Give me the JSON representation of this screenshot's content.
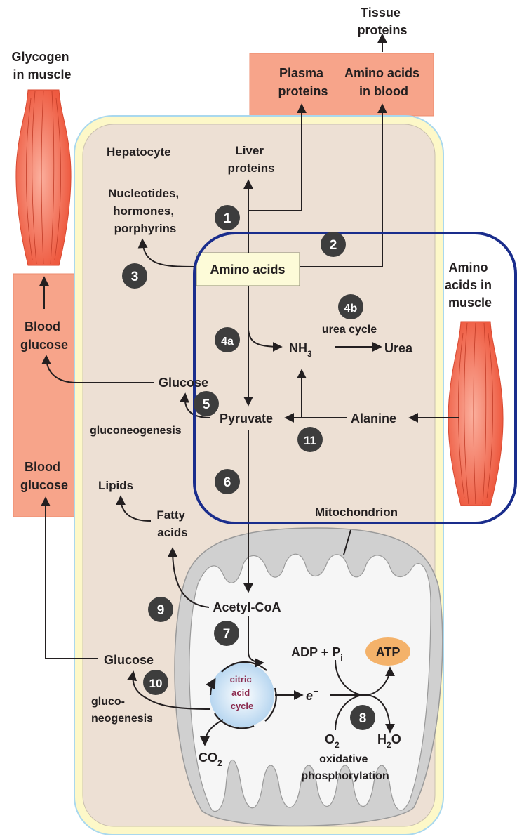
{
  "labels": {
    "tissue_proteins": [
      "Tissue",
      "proteins"
    ],
    "glycogen_in_muscle": [
      "Glycogen",
      "in muscle"
    ],
    "plasma_proteins": [
      "Plasma",
      "proteins"
    ],
    "amino_acids_in_blood": [
      "Amino acids",
      "in blood"
    ],
    "hepatocyte": "Hepatocyte",
    "liver_proteins": [
      "Liver",
      "proteins"
    ],
    "nucleotides": [
      "Nucleotides,",
      "hormones,",
      "porphyrins"
    ],
    "amino_acids": "Amino acids",
    "amino_acids_in_muscle": [
      "Amino",
      "acids in",
      "muscle"
    ],
    "blood_glucose_top": [
      "Blood",
      "glucose"
    ],
    "blood_glucose_bottom": [
      "Blood",
      "glucose"
    ],
    "urea_cycle": "urea cycle",
    "nh3_base": "NH",
    "nh3_sub": "3",
    "urea": "Urea",
    "glucose_upper": "Glucose",
    "pyruvate": "Pyruvate",
    "alanine": "Alanine",
    "gluconeogenesis_upper": "gluconeogenesis",
    "lipids": "Lipids",
    "fatty_acids": [
      "Fatty",
      "acids"
    ],
    "mitochondrion": "Mitochondrion",
    "acetyl_coa": "Acetyl-CoA",
    "adp_pi_base": "ADP + P",
    "adp_pi_sub": "i",
    "atp": "ATP",
    "glucose_lower": "Glucose",
    "gluconeogenesis_lower": [
      "gluco-",
      "neogenesis"
    ],
    "citric_acid_cycle": [
      "citric",
      "acid",
      "cycle"
    ],
    "electron_base": "e",
    "electron_sup": "−",
    "o2_base": "O",
    "o2_sub": "2",
    "h2o_base": "H",
    "h2o_sub": "2",
    "h2o_tail": "O",
    "co2_base": "CO",
    "co2_sub": "2",
    "oxidative_phosphorylation": [
      "oxidative",
      "phosphorylation"
    ]
  },
  "badges": {
    "b1": "1",
    "b2": "2",
    "b3": "3",
    "b4a": "4a",
    "b4b": "4b",
    "b5": "5",
    "b6": "6",
    "b7": "7",
    "b8": "8",
    "b9": "9",
    "b10": "10",
    "b11": "11"
  },
  "colors": {
    "blood_box": "#f7a48a",
    "cell_fill": "#ede0d4",
    "cell_border": "#fdf8c8",
    "mitochondrion": "#d4d4d4",
    "matrix": "#f6f6f6",
    "citric_cycle": "#cde4f6",
    "atp": "#f4b26a",
    "highlight": "#1a2d8c",
    "badge": "#3d3d3d",
    "muscle": "#f26d55"
  }
}
